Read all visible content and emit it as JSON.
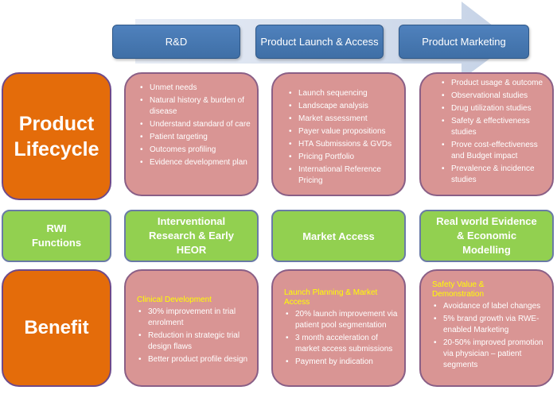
{
  "phases": [
    "R&D",
    "Product Launch & Access",
    "Product Marketing"
  ],
  "rows": {
    "lifecycle_label": "Product Lifecycle",
    "functions_label": "RWI Functions",
    "benefit_label": "Benefit"
  },
  "lifecycle": [
    {
      "items": [
        "Unmet needs",
        "Natural history & burden of disease",
        "Understand standard of care",
        "Patient targeting",
        "Outcomes profiling",
        "Evidence development plan"
      ]
    },
    {
      "items": [
        "Launch sequencing",
        "Landscape analysis",
        "Market assessment",
        "Payer value propositions",
        "HTA Submissions & GVDs",
        "Pricing Portfolio",
        "International Reference Pricing"
      ]
    },
    {
      "items": [
        "Product usage & outcome",
        "Observational studies",
        "Drug utilization studies",
        "Safety & effectiveness studies",
        "Prove cost-effectiveness and Budget  impact",
        "Prevalence & incidence studies"
      ]
    }
  ],
  "functions": [
    "Interventional Research & Early  HEOR",
    "Market Access",
    "Real world Evidence & Economic  Modelling"
  ],
  "benefits": [
    {
      "heading": "Clinical Development",
      "items": [
        "30% improvement in trial enrolment",
        "Reduction in strategic trial design flaws",
        "Better product profile design"
      ]
    },
    {
      "heading": "Launch Planning & Market Access",
      "items": [
        "20% launch improvement via patient  pool segmentation",
        "3 month acceleration of market access submissions",
        "Payment by indication"
      ]
    },
    {
      "heading": "Safety Value & Demonstration",
      "items": [
        "Avoidance of label changes",
        "5% brand growth via RWE-enabled Marketing",
        "20-50% improved promotion via  physician – patient segments"
      ]
    }
  ],
  "colors": {
    "phase_blue": "#4f81bd",
    "lifecycle_orange": "#e46c0a",
    "function_green": "#92d050",
    "content_pink": "#d99594",
    "heading_yellow": "#ffff00"
  }
}
